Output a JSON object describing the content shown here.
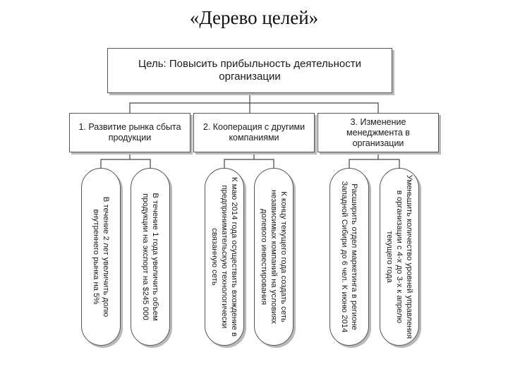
{
  "title": "«Дерево целей»",
  "goal": "Цель: Повысить прибыльность деятельности организации",
  "branches": [
    {
      "label": "1. Развитие рынка сбыта продукции",
      "leaves": [
        "В течение 2 лет увеличить долю внутреннего рынка на 5%",
        "В течение 1 года увеличить объем продукции на экспорт на $245 000"
      ]
    },
    {
      "label": "2. Кооперация с другими компаниями",
      "leaves": [
        "К маю 2014 года осуществить вхождение в предпринимательскую технологически связанную сеть",
        "К концу текущего года создать сеть независимых компаний на условиях долевого инвестирования"
      ]
    },
    {
      "label": "3. Изменение менеджмента в организации",
      "leaves": [
        "Расширить отдел маркетинга в регионе Западной Сибири до 6 чел. К июню 2014",
        "Уменьшить количество уровней управления в организации с 4-х до 3-х к апрелю текущего года"
      ]
    }
  ]
}
